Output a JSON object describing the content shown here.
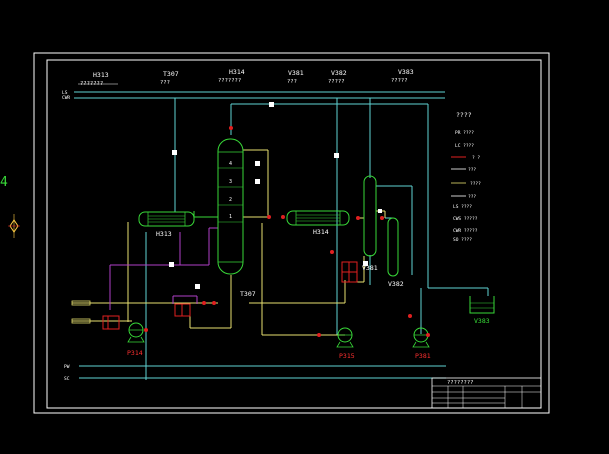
{
  "colors": {
    "background": "#000000",
    "frame": "#ffffff",
    "pipe_cyan": "#5fd3d3",
    "pipe_yellow": "#e8e070",
    "pipe_magenta": "#b040c8",
    "equipment": "#38d838",
    "valve_red": "#e02020",
    "label_white": "#ffffff",
    "label_red": "#ff3030",
    "label_green": "#38e038"
  },
  "header": {
    "columns": [
      {
        "tag": "H313",
        "desc": "???????"
      },
      {
        "tag": "T307",
        "desc": "???"
      },
      {
        "tag": "H314",
        "desc": "???????"
      },
      {
        "tag": "V381",
        "desc": "???"
      },
      {
        "tag": "V382",
        "desc": "?????"
      },
      {
        "tag": "V383",
        "desc": "?????"
      }
    ],
    "lines": [
      "LS",
      "CWR"
    ]
  },
  "equipment_labels": {
    "h313": "H313",
    "t307": "T307",
    "h314": "H314",
    "v381": "V381",
    "v382": "V382",
    "v383": "V383",
    "p314": "P314",
    "p315": "P315",
    "p381": "P381",
    "tray_4": "4",
    "tray_3": "3",
    "tray_2": "2",
    "tray_1": "1"
  },
  "legend": {
    "title": "????",
    "items": [
      {
        "code": "PR",
        "text": "????"
      },
      {
        "code": "LC",
        "text": "????"
      },
      {
        "code": "",
        "text": "? ?"
      },
      {
        "code": "",
        "text": "???"
      },
      {
        "code": "",
        "text": "????"
      },
      {
        "code": "",
        "text": "???"
      },
      {
        "code": "LS",
        "text": "????"
      },
      {
        "code": "CWS",
        "text": "?????"
      },
      {
        "code": "CWR",
        "text": "?????"
      },
      {
        "code": "SO",
        "text": "????"
      }
    ]
  },
  "bottom_lines": [
    "PW",
    "SC"
  ],
  "title_block": {
    "title": "????????"
  },
  "left_margin": {
    "mark": "4"
  }
}
